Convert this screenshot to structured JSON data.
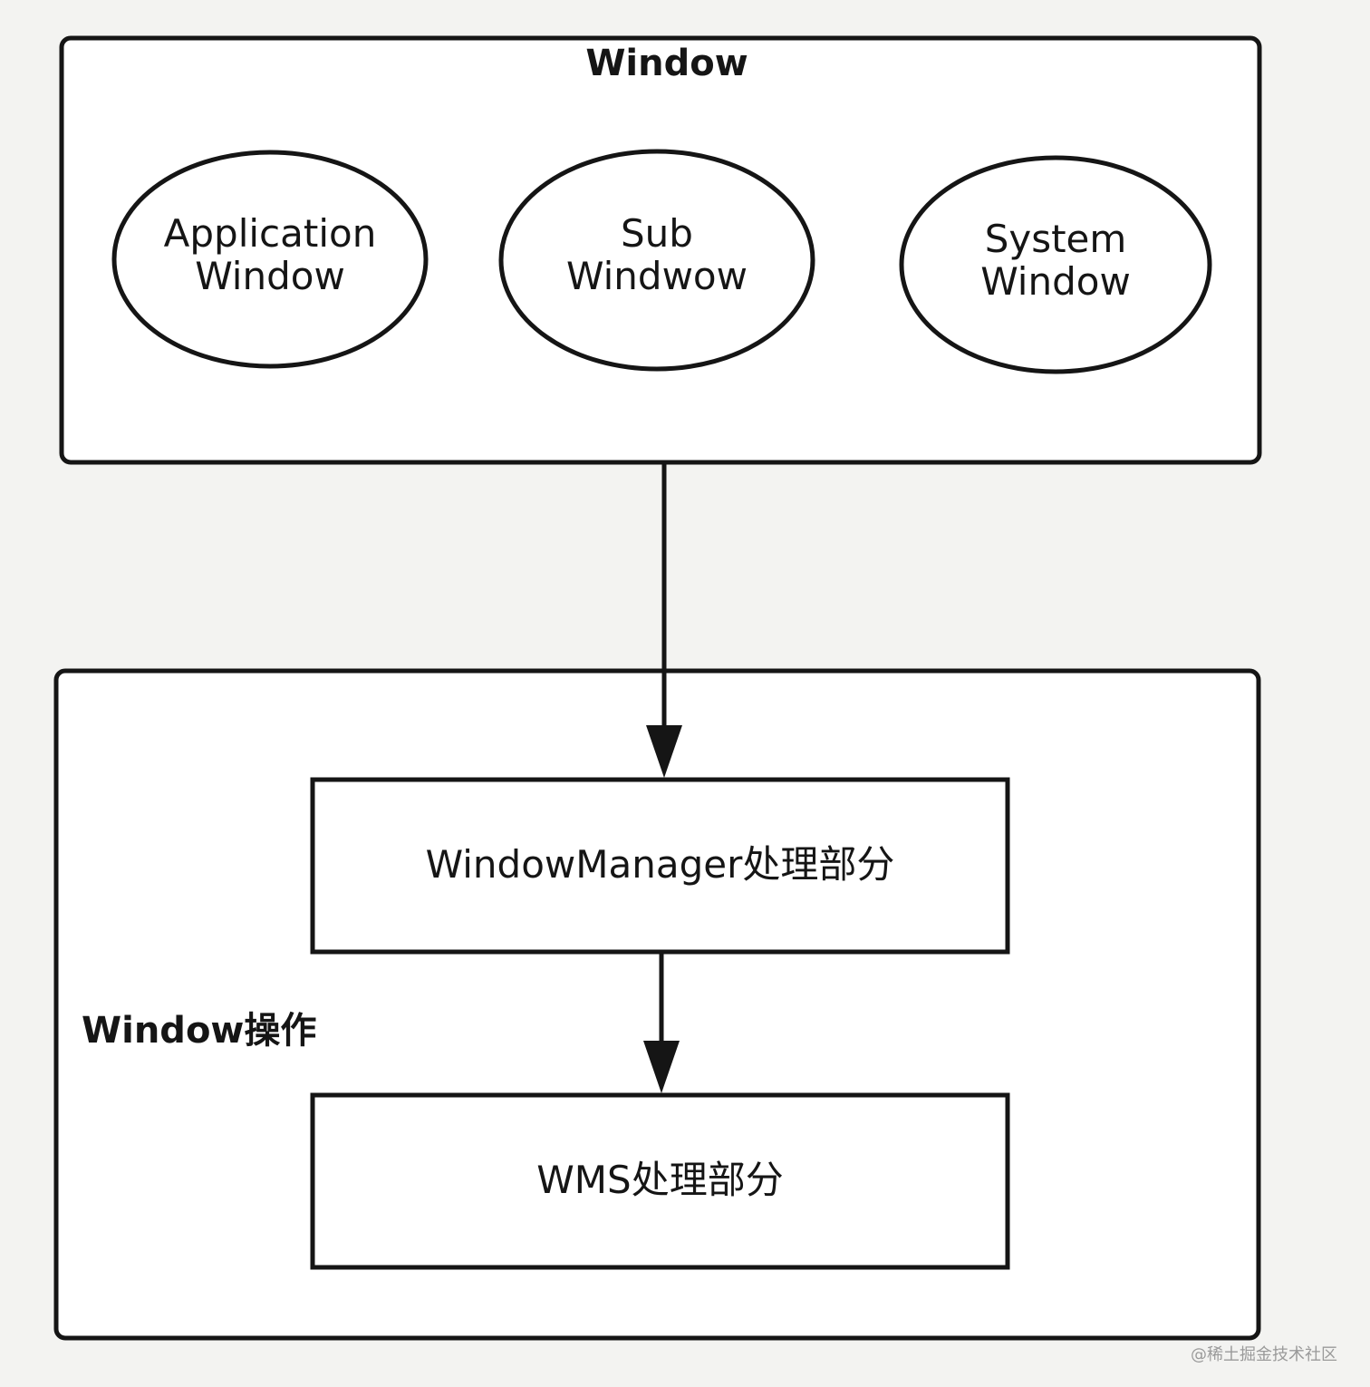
{
  "window_group": {
    "title": "Window",
    "types": [
      {
        "line1": "Application",
        "line2": "Window"
      },
      {
        "line1": "Sub",
        "line2": "Windwow"
      },
      {
        "line1": "System",
        "line2": "Window"
      }
    ]
  },
  "operation_group": {
    "title": "Window操作",
    "steps": [
      {
        "label": "WindowManager处理部分"
      },
      {
        "label": "WMS处理部分"
      }
    ]
  },
  "watermark": "@稀土掘金技术社区",
  "colors": {
    "background": "#f3f3f1",
    "stroke": "#151515",
    "box_fill": "#ffffff",
    "watermark": "#9a9a9a"
  }
}
